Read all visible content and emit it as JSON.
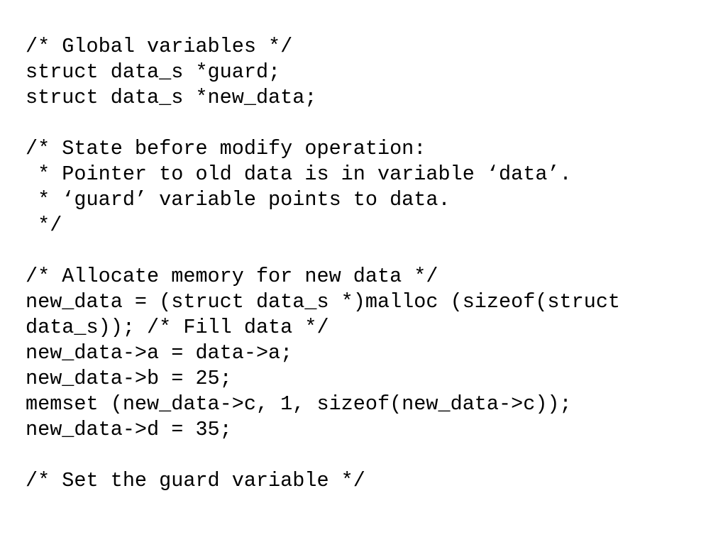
{
  "page": {
    "background_color": "#ffffff",
    "text_color": "#000000",
    "language": "c",
    "kind": "code-listing"
  },
  "code": {
    "lines": [
      {
        "index": 0,
        "blank": false,
        "text": "/* Global variables */"
      },
      {
        "index": 1,
        "blank": false,
        "text": "struct data_s *guard;"
      },
      {
        "index": 2,
        "blank": false,
        "text": "struct data_s *new_data;"
      },
      {
        "index": 3,
        "blank": true,
        "text": ""
      },
      {
        "index": 4,
        "blank": false,
        "text": "/* State before modify operation:"
      },
      {
        "index": 5,
        "blank": false,
        "text": " * Pointer to old data is in variable ‘data’."
      },
      {
        "index": 6,
        "blank": false,
        "text": " * ‘guard’ variable points to data."
      },
      {
        "index": 7,
        "blank": false,
        "text": " */"
      },
      {
        "index": 8,
        "blank": true,
        "text": ""
      },
      {
        "index": 9,
        "blank": false,
        "text": "/* Allocate memory for new data */"
      },
      {
        "index": 10,
        "blank": false,
        "text": "new_data = (struct data_s *)malloc (sizeof(struct"
      },
      {
        "index": 11,
        "blank": false,
        "text": "data_s)); /* Fill data */"
      },
      {
        "index": 12,
        "blank": false,
        "text": "new_data->a = data->a;"
      },
      {
        "index": 13,
        "blank": false,
        "text": "new_data->b = 25;"
      },
      {
        "index": 14,
        "blank": false,
        "text": "memset (new_data->c, 1, sizeof(new_data->c));"
      },
      {
        "index": 15,
        "blank": false,
        "text": "new_data->d = 35;"
      },
      {
        "index": 16,
        "blank": true,
        "text": ""
      },
      {
        "index": 17,
        "blank": false,
        "text": "/* Set the guard variable */"
      }
    ]
  }
}
